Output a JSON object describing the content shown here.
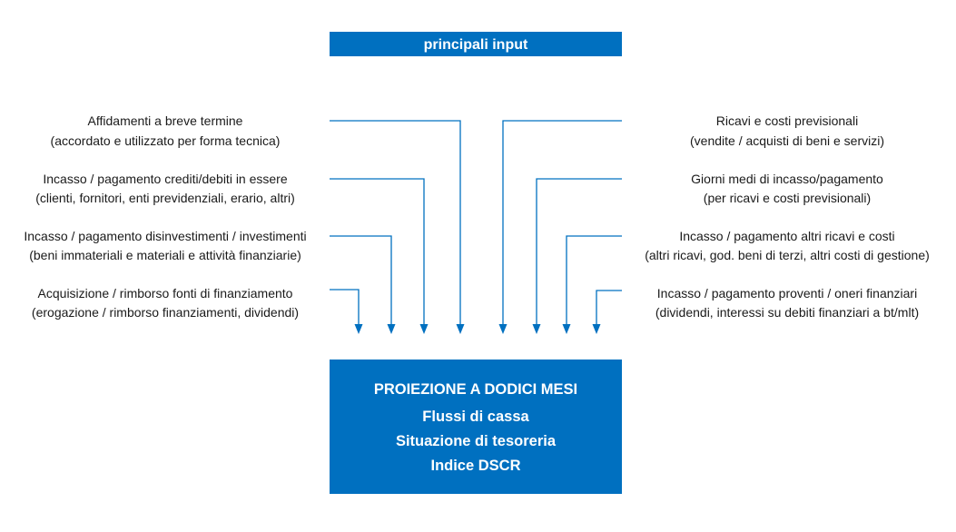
{
  "header": {
    "title": "principali input"
  },
  "left_inputs": [
    {
      "line1": "Affidamenti a breve termine",
      "line2": "(accordato e utilizzato per forma tecnica)"
    },
    {
      "line1": "Incasso / pagamento crediti/debiti in essere",
      "line2": "(clienti, fornitori, enti previdenziali, erario, altri)"
    },
    {
      "line1": "Incasso / pagamento disinvestimenti / investimenti",
      "line2": "(beni immateriali e materiali e attività finanziarie)"
    },
    {
      "line1": "Acquisizione / rimborso fonti di finanziamento",
      "line2": "(erogazione / rimborso finanziamenti, dividendi)"
    }
  ],
  "right_inputs": [
    {
      "line1": "Ricavi e costi previsionali",
      "line2": "(vendite / acquisti di beni e servizi)"
    },
    {
      "line1": "Giorni medi di incasso/pagamento",
      "line2": "(per ricavi e costi previsionali)"
    },
    {
      "line1": "Incasso / pagamento altri ricavi e costi",
      "line2": "(altri ricavi, god. beni di terzi, altri costi di gestione)"
    },
    {
      "line1": "Incasso / pagamento proventi / oneri finanziari",
      "line2": "(dividendi, interessi su debiti finanziari a bt/mlt)"
    }
  ],
  "output": {
    "title": "PROIEZIONE A DODICI MESI",
    "items": [
      "Flussi di cassa",
      "Situazione di tesoreria",
      "Indice DSCR"
    ]
  },
  "colors": {
    "accent": "#0070c0",
    "text": "#1a1a1a",
    "box_text": "#ffffff"
  }
}
